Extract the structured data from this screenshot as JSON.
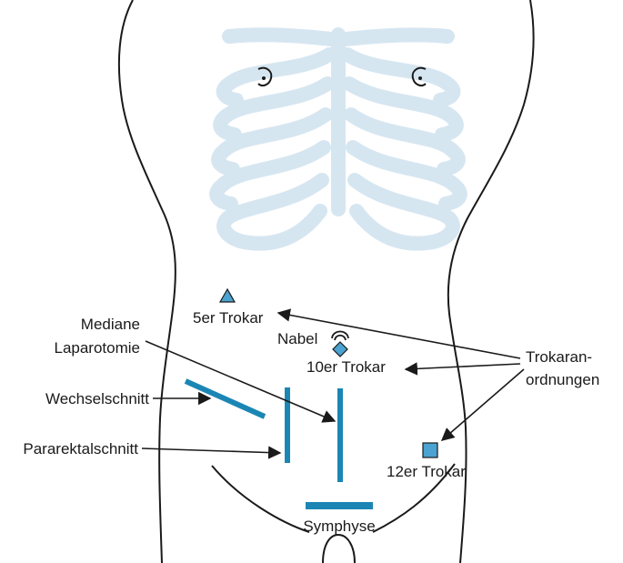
{
  "colors": {
    "outline": "#1a1a1a",
    "ribcage": "#d6e6f1",
    "incision": "#1b86b4",
    "trocar_fill": "#4aa3d0",
    "arrow": "#1a1a1a"
  },
  "labels": {
    "mediane_line1": "Mediane",
    "mediane_line2": "Laparotomie",
    "wechselschnitt": "Wechselschnitt",
    "pararektalschnitt": "Pararektalschnitt",
    "trokar5": "5er Trokar",
    "nabel": "Nabel",
    "trokar10": "10er Trokar",
    "trokar12": "12er Trokar",
    "trokaranordnungen_line1": "Trokaran-",
    "trokaranordnungen_line2": "ordnungen",
    "symphyse": "Symphyse"
  },
  "icons": {
    "trokar5_marker": "triangle",
    "trokar10_marker": "diamond",
    "trokar12_marker": "square",
    "nipple_left": "nipple-icon",
    "nipple_right": "nipple-icon",
    "navel": "navel-icon"
  }
}
